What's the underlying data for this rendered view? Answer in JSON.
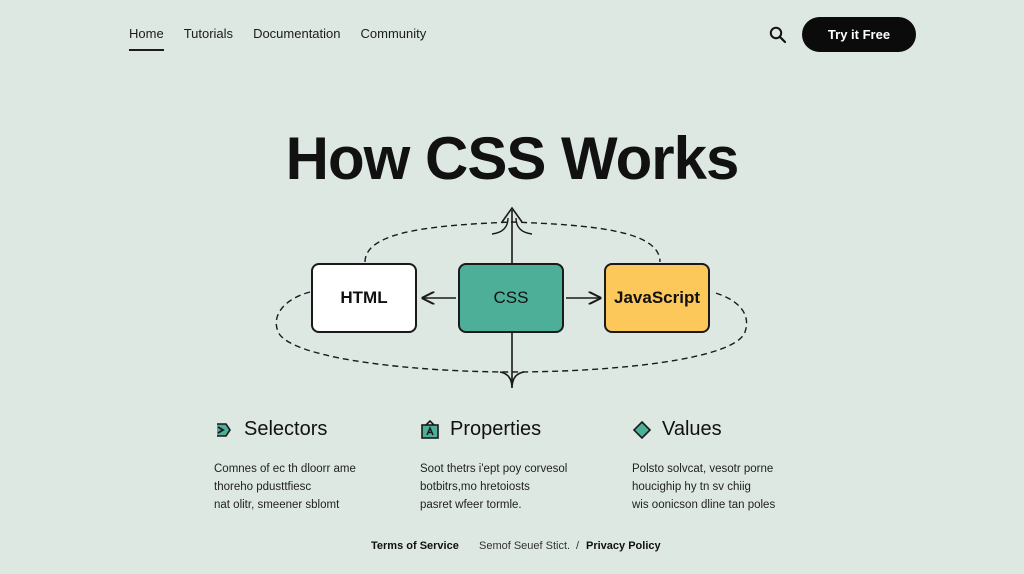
{
  "nav": {
    "items": [
      "Home",
      "Tutorials",
      "Documentation",
      "Community"
    ],
    "active": "Home"
  },
  "header": {
    "search_icon": "search-icon",
    "cta_label": "Try it Free"
  },
  "hero": {
    "title": "How CSS Works"
  },
  "diagram": {
    "nodes": [
      "HTML",
      "CSS",
      "JavaScript"
    ]
  },
  "features": [
    {
      "icon": "selector-icon",
      "title": "Selectors",
      "lines": [
        "Comnes of ec th dloorr ame",
        "thoreho pdusttfiesc",
        "nat olitr, smeener sblomt"
      ]
    },
    {
      "icon": "properties-icon",
      "title": "Properties",
      "lines": [
        "Soot thetrs i'ept poy corvesol",
        "botbitrs,mo hretoiosts",
        "pasret wfeer tormle."
      ]
    },
    {
      "icon": "diamond-icon",
      "title": "Values",
      "lines": [
        "Polsto solvcat, vesotr porne",
        "houcighip hy tn sv chiig",
        "wis oonicson dline tan poles"
      ]
    }
  ],
  "footer": {
    "terms": "Terms of Service",
    "middle": "Semof Seuef Stict.",
    "separator": "/",
    "privacy": "Privacy Policy"
  },
  "colors": {
    "background": "#dde8e2",
    "css_node": "#4eaf98",
    "js_node": "#fcc85a",
    "cta": "#0b0b0b"
  }
}
